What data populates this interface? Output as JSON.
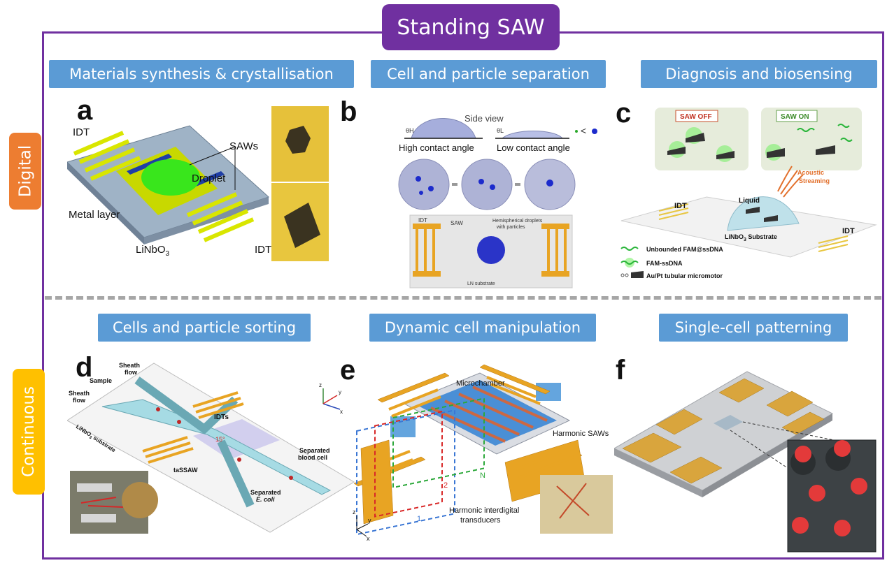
{
  "title": "Standing SAW",
  "rows": {
    "digital": "Digital",
    "continuous": "Continuous"
  },
  "categories": {
    "a": "Materials synthesis & crystallisation",
    "b": "Cell and particle separation",
    "c": "Diagnosis and biosensing",
    "d": "Cells and particle sorting",
    "e": "Dynamic cell manipulation",
    "f": "Single-cell patterning"
  },
  "panel_letters": {
    "a": "a",
    "b": "b",
    "c": "c",
    "d": "d",
    "e": "e",
    "f": "f"
  },
  "panel_a": {
    "idt_top": "IDT",
    "saws": "SAWs",
    "droplet": "Droplet",
    "metal": "Metal layer",
    "substrate": "LiNbO",
    "substrate_sub": "3",
    "idt_bottom": "IDT"
  },
  "panel_b": {
    "side_view": "Side view",
    "high": "High contact angle",
    "low": "Low contact angle",
    "theta_h": "θH",
    "theta_l": "θL",
    "compare": "<",
    "idt": "IDT",
    "saw": "SAW",
    "droplets": "Hemispherical droplets",
    "droplets2": "with particles",
    "ln": "LN substrate"
  },
  "panel_c": {
    "saw_off": "SAW OFF",
    "saw_on": "SAW ON",
    "idt_left": "IDT",
    "idt_right": "IDT",
    "liquid": "Liquid",
    "streaming": "Acoustic",
    "streaming2": "Streaming",
    "substrate": "LiNbO",
    "substrate_sub": "3",
    "substrate_tail": " Substrate",
    "legend1": "Unbounded FAM@ssDNA",
    "legend2": "FAM-ssDNA",
    "legend3": "Au/Pt tubular micromotor"
  },
  "panel_d": {
    "sheath1": "Sheath",
    "sheath1b": "flow",
    "sample": "Sample",
    "sheath2": "Sheath",
    "sheath2b": "flow",
    "idts": "IDTs",
    "angle": "15°",
    "tassaw": "taSSAW",
    "blood": "Separated",
    "blood2": "blood cell",
    "ecoli": "Separated",
    "ecoli2": "E. coli",
    "substrate": "LiNbO",
    "substrate_sub": "3",
    "substrate_tail": " substrate",
    "ax_z": "z",
    "ax_y": "y",
    "ax_x": "x"
  },
  "panel_e": {
    "microchamber": "Microchamber",
    "harmonic_saws": "Harmonic SAWs",
    "transducers": "Harmonic interdigital",
    "transducers2": "transducers",
    "n1": "1",
    "n2": "2",
    "nN": "N",
    "ax_z": "z",
    "ax_y": "y",
    "ax_x": "x"
  },
  "colors": {
    "purple": "#7030a0",
    "blue": "#5b9bd5",
    "orange": "#ed7d31",
    "yellow": "#ffc000",
    "gold": "#e8a423"
  }
}
